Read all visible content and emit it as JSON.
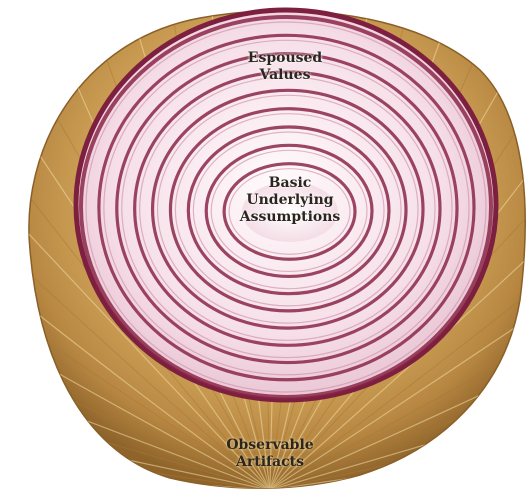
{
  "diagram": {
    "layers": [
      {
        "id": "outer",
        "text": "Observable\nArtifacts"
      },
      {
        "id": "middle",
        "text": "Espoused\nValues"
      },
      {
        "id": "core",
        "text": "Basic\nUnderlying\nAssumptions"
      }
    ]
  },
  "colors": {
    "skin": "#d9b06a",
    "skin_dark": "#9d6f2f",
    "ring_dark": "#8a2748",
    "ring_light": "#f7e6ee",
    "core": "#fdf6f8"
  }
}
